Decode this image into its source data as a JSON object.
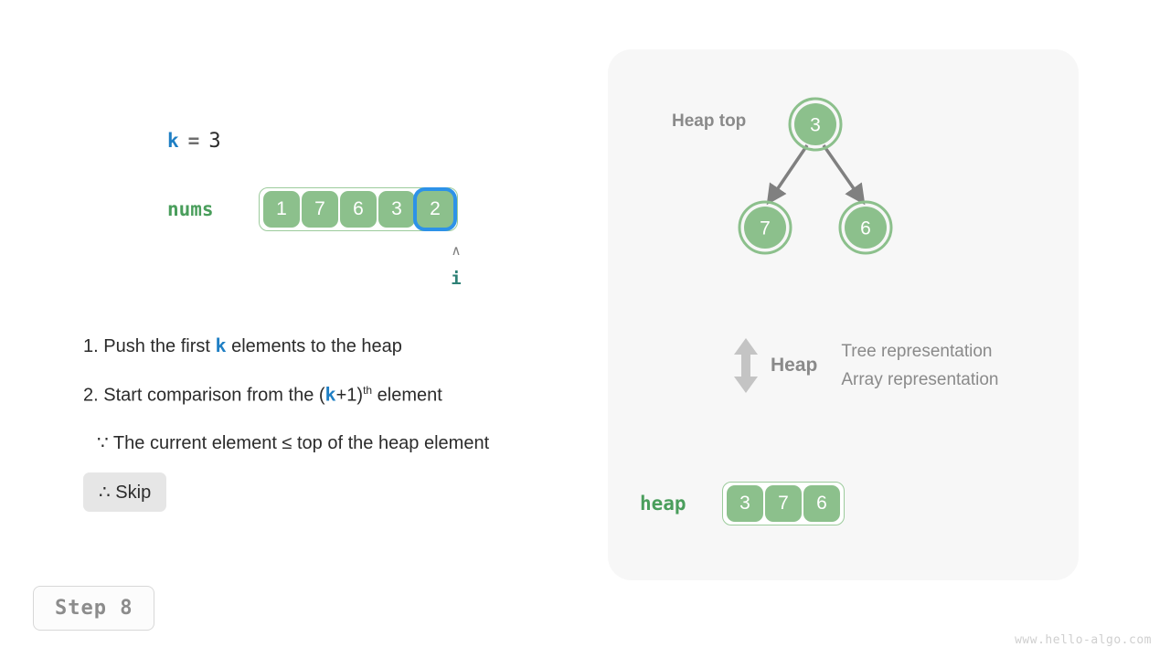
{
  "left": {
    "k_var": {
      "name": "k",
      "equals": "=",
      "value": "3"
    },
    "nums": {
      "label": "nums",
      "cells": [
        "1",
        "7",
        "6",
        "3",
        "2"
      ],
      "highlight_index": 4,
      "highlight_color": "#2d92e8"
    },
    "pointer": {
      "caret": "∧",
      "name": "i"
    },
    "steps": [
      {
        "prefix": "1. Push the first ",
        "var": "k",
        "suffix": " elements to the heap"
      },
      {
        "prefix": "2. Start comparison from the (",
        "var": "k",
        "mid": "+1)",
        "sup": "th",
        "suffix": " element"
      }
    ],
    "reason": "∵ The current element ≤ top of the heap element",
    "conclusion": "∴ Skip",
    "step_badge": "Step 8"
  },
  "right": {
    "heap_top_label": "Heap top",
    "tree": {
      "root": "3",
      "children": [
        "7",
        "6"
      ]
    },
    "legend": {
      "icon": "up-down-arrow-icon",
      "title": "Heap",
      "lines": [
        "Tree representation",
        "Array representation"
      ]
    },
    "heap_array": {
      "label": "heap",
      "cells": [
        "3",
        "7",
        "6"
      ]
    }
  },
  "watermark": "www.hello-algo.com",
  "colors": {
    "cell_fill": "#8cc08c",
    "cell_border": "#9ccb9c",
    "accent_blue": "#1f7fc4",
    "label_green": "#4a9e5c",
    "pointer_teal": "#2e8176",
    "panel_bg": "#f7f7f7",
    "arrow_gray": "#808080"
  }
}
